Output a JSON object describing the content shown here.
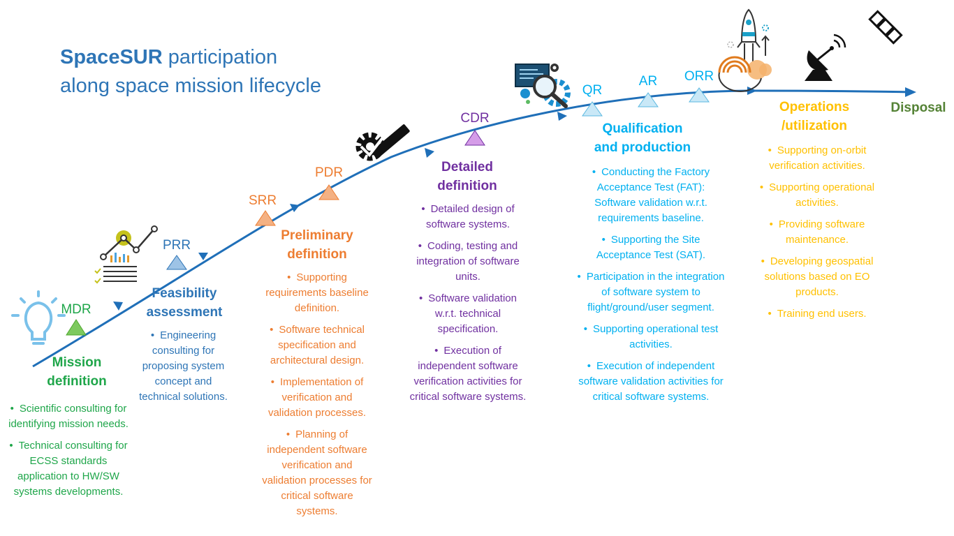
{
  "title": {
    "bold": "SpaceSUR",
    "rest": " participation",
    "line2": "along space mission lifecycle"
  },
  "milestones": {
    "mdr": "MDR",
    "prr": "PRR",
    "srr": "SRR",
    "pdr": "PDR",
    "cdr": "CDR",
    "qr": "QR",
    "ar": "AR",
    "orr": "ORR"
  },
  "phases": {
    "mission": {
      "l1": "Mission",
      "l2": "definition",
      "items": [
        "Scientific consulting for identifying mission needs.",
        "Technical consulting for  ECSS standards application to HW/SW systems developments."
      ]
    },
    "feasibility": {
      "l1": "Feasibility",
      "l2": "assessment",
      "items": [
        "Engineering consulting for proposing system concept and technical solutions."
      ]
    },
    "preliminary": {
      "l1": "Preliminary",
      "l2": "definition",
      "items": [
        "Supporting requirements baseline definition.",
        "Software technical specification and architectural design.",
        "Implementation of verification and validation processes.",
        "Planning of independent software verification and validation processes for critical software systems."
      ]
    },
    "detailed": {
      "l1": "Detailed",
      "l2": "definition",
      "items": [
        "Detailed design of software systems.",
        "Coding, testing and integration of software units.",
        "Software validation w.r.t. technical specification.",
        "Execution of independent software verification activities for critical software systems."
      ]
    },
    "qualification": {
      "l1": "Qualification",
      "l2": "and production",
      "items": [
        "Conducting the Factory Acceptance Test (FAT): Software validation w.r.t. requirements baseline.",
        "Supporting the Site Acceptance Test  (SAT).",
        "Participation in the integration of software system to flight/ground/user segment.",
        "Supporting operational test activities.",
        "Execution of independent software validation activities for critical software systems."
      ]
    },
    "operations": {
      "l1": "Operations",
      "l2": "/utilization",
      "items": [
        "Supporting on-orbit verification activities.",
        "Supporting operational activities.",
        "Providing software maintenance.",
        "Developing geospatial solutions based on EO products.",
        "Training end users."
      ]
    },
    "disposal": {
      "l1": "Disposal"
    }
  },
  "icons": [
    "lightbulb-icon",
    "chart-report-icon",
    "gear-pencil-icon",
    "monitor-magnifier-icon",
    "rocket-icon",
    "satellite-dish-icon",
    "satellite-icon"
  ],
  "colors": {
    "timeline": "#1f6fb8",
    "mission": "#1fa64a",
    "feasibility": "#2e75b6",
    "preliminary": "#ed7d31",
    "detailed": "#7030a0",
    "qualification": "#00b0f0",
    "operations": "#ffc000",
    "disposal": "#548235"
  }
}
